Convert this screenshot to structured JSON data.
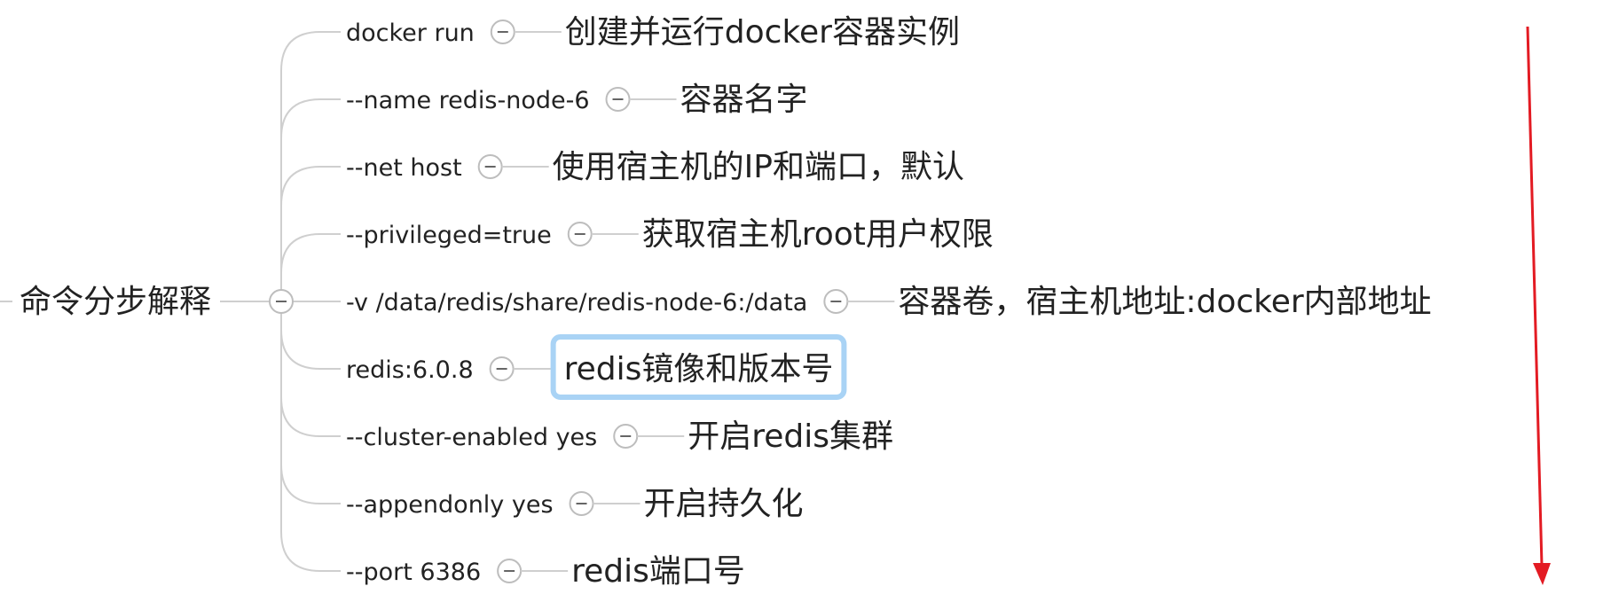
{
  "root": {
    "label": "命令分步解释"
  },
  "branches": [
    {
      "command": "docker run",
      "description": "创建并运行docker容器实例",
      "selected": false
    },
    {
      "command": "--name redis-node-6",
      "description": "容器名字",
      "selected": false
    },
    {
      "command": "--net host",
      "description": "使用宿主机的IP和端口，默认",
      "selected": false
    },
    {
      "command": "--privileged=true",
      "description": "获取宿主机root用户权限",
      "selected": false
    },
    {
      "command": "-v /data/redis/share/redis-node-6:/data",
      "description": "容器卷，宿主机地址:docker内部地址",
      "selected": false
    },
    {
      "command": "redis:6.0.8",
      "description": "redis镜像和版本号",
      "selected": true
    },
    {
      "command": "--cluster-enabled yes",
      "description": "开启redis集群",
      "selected": false
    },
    {
      "command": "--appendonly yes",
      "description": "开启持久化",
      "selected": false
    },
    {
      "command": "--port 6386",
      "description": "redis端口号",
      "selected": false
    }
  ],
  "colors": {
    "connector": "#cfcfcf",
    "selection_border": "#a9d3f5",
    "annotation_arrow": "#e31b23",
    "text": "#222222"
  },
  "icons": {
    "toggle": "collapse-minus-icon",
    "annotation": "down-arrow-icon"
  }
}
